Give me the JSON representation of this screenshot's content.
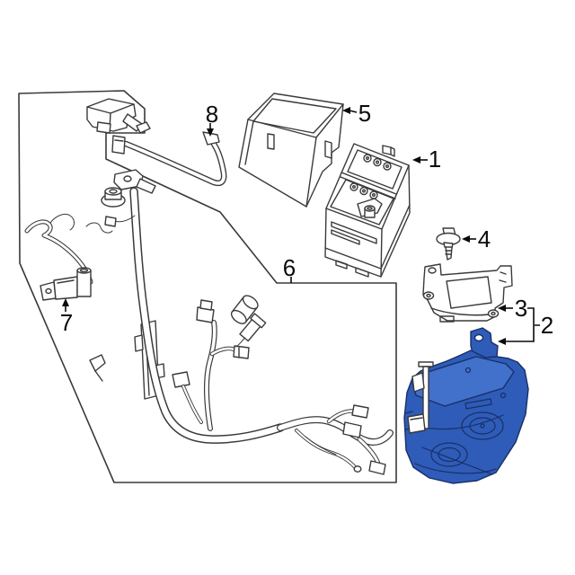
{
  "figure": {
    "type": "exploded-parts-diagram",
    "subject": "Vehicle battery, battery tray and wiring harness parts diagram",
    "background": "#ffffff"
  },
  "colors": {
    "line": "#3a3a3a",
    "label": "#0a0a0a",
    "highlight_fill": "#2e5cb8",
    "highlight_fill_light": "#4271cb",
    "highlight_stroke": "#1a2f66",
    "background": "#ffffff"
  },
  "callouts": [
    {
      "label": "1",
      "part": "battery"
    },
    {
      "label": "2",
      "part": "battery-tray-assembly"
    },
    {
      "label": "3",
      "part": "support-bracket"
    },
    {
      "label": "4",
      "part": "mounting-bolt"
    },
    {
      "label": "5",
      "part": "battery-cover"
    },
    {
      "label": "6",
      "part": "wiring-harness"
    },
    {
      "label": "7",
      "part": "battery-sensor"
    },
    {
      "label": "8",
      "part": "battery-cable-terminal"
    }
  ]
}
